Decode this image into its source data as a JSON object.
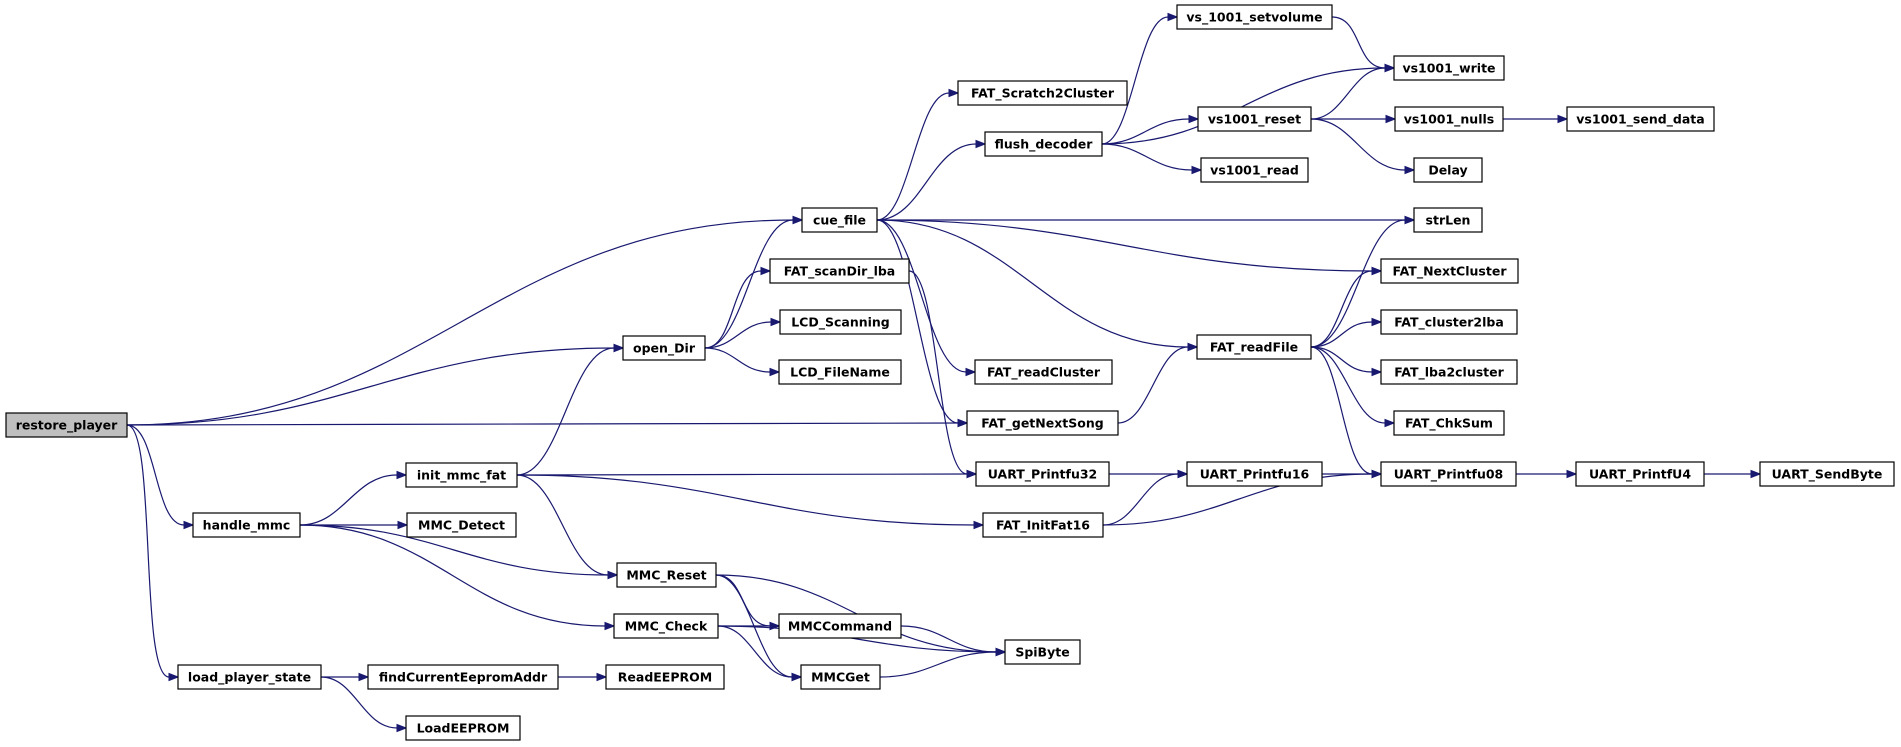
{
  "colors": {
    "edge": "#191970",
    "root_fill": "#bfbfbf",
    "node_fill": "#ffffff",
    "node_stroke": "#000000"
  },
  "nodes": {
    "restore_player": "restore_player",
    "handle_mmc": "handle_mmc",
    "load_player_state": "load_player_state",
    "init_mmc_fat": "init_mmc_fat",
    "MMC_Detect": "MMC_Detect",
    "findCurrentEepromAddr": "findCurrentEepromAddr",
    "LoadEEPROM": "LoadEEPROM",
    "ReadEEPROM": "ReadEEPROM",
    "open_Dir": "open_Dir",
    "cue_file": "cue_file",
    "FAT_scanDir_lba": "FAT_scanDir_lba",
    "LCD_Scanning": "LCD_Scanning",
    "LCD_FileName": "LCD_FileName",
    "MMC_Reset": "MMC_Reset",
    "MMC_Check": "MMC_Check",
    "MMCCommand": "MMCCommand",
    "MMCGet": "MMCGet",
    "FAT_Scratch2Cluster": "FAT_Scratch2Cluster",
    "flush_decoder": "flush_decoder",
    "FAT_readCluster": "FAT_readCluster",
    "FAT_getNextSong": "FAT_getNextSong",
    "UART_Printfu32": "UART_Printfu32",
    "FAT_InitFat16": "FAT_InitFat16",
    "SpiByte": "SpiByte",
    "vs_1001_setvolume": "vs_1001_setvolume",
    "vs1001_reset": "vs1001_reset",
    "vs1001_read": "vs1001_read",
    "FAT_readFile": "FAT_readFile",
    "UART_Printfu16": "UART_Printfu16",
    "vs1001_write": "vs1001_write",
    "vs1001_nulls": "vs1001_nulls",
    "Delay": "Delay",
    "strLen": "strLen",
    "FAT_NextCluster": "FAT_NextCluster",
    "FAT_cluster2lba": "FAT_cluster2lba",
    "FAT_lba2cluster": "FAT_lba2cluster",
    "FAT_ChkSum": "FAT_ChkSum",
    "UART_Printfu08": "UART_Printfu08",
    "vs1001_send_data": "vs1001_send_data",
    "UART_PrintfU4": "UART_PrintfU4",
    "UART_SendByte": "UART_SendByte"
  },
  "edges": [
    [
      "restore_player",
      "cue_file"
    ],
    [
      "restore_player",
      "open_Dir"
    ],
    [
      "restore_player",
      "FAT_getNextSong"
    ],
    [
      "restore_player",
      "handle_mmc"
    ],
    [
      "restore_player",
      "load_player_state"
    ],
    [
      "handle_mmc",
      "init_mmc_fat"
    ],
    [
      "handle_mmc",
      "MMC_Detect"
    ],
    [
      "handle_mmc",
      "MMC_Reset"
    ],
    [
      "handle_mmc",
      "MMC_Check"
    ],
    [
      "load_player_state",
      "findCurrentEepromAddr"
    ],
    [
      "load_player_state",
      "LoadEEPROM"
    ],
    [
      "findCurrentEepromAddr",
      "ReadEEPROM"
    ],
    [
      "init_mmc_fat",
      "open_Dir"
    ],
    [
      "init_mmc_fat",
      "UART_Printfu32"
    ],
    [
      "init_mmc_fat",
      "FAT_InitFat16"
    ],
    [
      "init_mmc_fat",
      "MMC_Reset"
    ],
    [
      "open_Dir",
      "cue_file"
    ],
    [
      "open_Dir",
      "FAT_scanDir_lba"
    ],
    [
      "open_Dir",
      "LCD_Scanning"
    ],
    [
      "open_Dir",
      "LCD_FileName"
    ],
    [
      "FAT_scanDir_lba",
      "UART_Printfu32"
    ],
    [
      "cue_file",
      "FAT_Scratch2Cluster"
    ],
    [
      "cue_file",
      "flush_decoder"
    ],
    [
      "cue_file",
      "strLen"
    ],
    [
      "cue_file",
      "FAT_NextCluster"
    ],
    [
      "cue_file",
      "FAT_readFile"
    ],
    [
      "cue_file",
      "FAT_readCluster"
    ],
    [
      "cue_file",
      "FAT_getNextSong"
    ],
    [
      "flush_decoder",
      "vs_1001_setvolume"
    ],
    [
      "flush_decoder",
      "vs1001_write"
    ],
    [
      "flush_decoder",
      "vs1001_reset"
    ],
    [
      "flush_decoder",
      "vs1001_read"
    ],
    [
      "vs_1001_setvolume",
      "vs1001_write"
    ],
    [
      "vs1001_reset",
      "vs1001_write"
    ],
    [
      "vs1001_reset",
      "vs1001_nulls"
    ],
    [
      "vs1001_reset",
      "Delay"
    ],
    [
      "vs1001_nulls",
      "vs1001_send_data"
    ],
    [
      "FAT_getNextSong",
      "FAT_readFile"
    ],
    [
      "FAT_readFile",
      "strLen"
    ],
    [
      "FAT_readFile",
      "FAT_NextCluster"
    ],
    [
      "FAT_readFile",
      "FAT_cluster2lba"
    ],
    [
      "FAT_readFile",
      "FAT_lba2cluster"
    ],
    [
      "FAT_readFile",
      "FAT_ChkSum"
    ],
    [
      "FAT_readFile",
      "UART_Printfu08"
    ],
    [
      "UART_Printfu32",
      "UART_Printfu16"
    ],
    [
      "UART_Printfu16",
      "UART_Printfu08"
    ],
    [
      "FAT_InitFat16",
      "UART_Printfu16"
    ],
    [
      "FAT_InitFat16",
      "UART_Printfu08"
    ],
    [
      "UART_Printfu08",
      "UART_PrintfU4"
    ],
    [
      "UART_PrintfU4",
      "UART_SendByte"
    ],
    [
      "MMC_Reset",
      "MMCCommand"
    ],
    [
      "MMC_Reset",
      "MMCGet"
    ],
    [
      "MMC_Reset",
      "SpiByte"
    ],
    [
      "MMC_Check",
      "MMCCommand"
    ],
    [
      "MMC_Check",
      "MMCGet"
    ],
    [
      "MMC_Check",
      "SpiByte"
    ],
    [
      "MMCCommand",
      "SpiByte"
    ],
    [
      "MMCGet",
      "SpiByte"
    ]
  ]
}
